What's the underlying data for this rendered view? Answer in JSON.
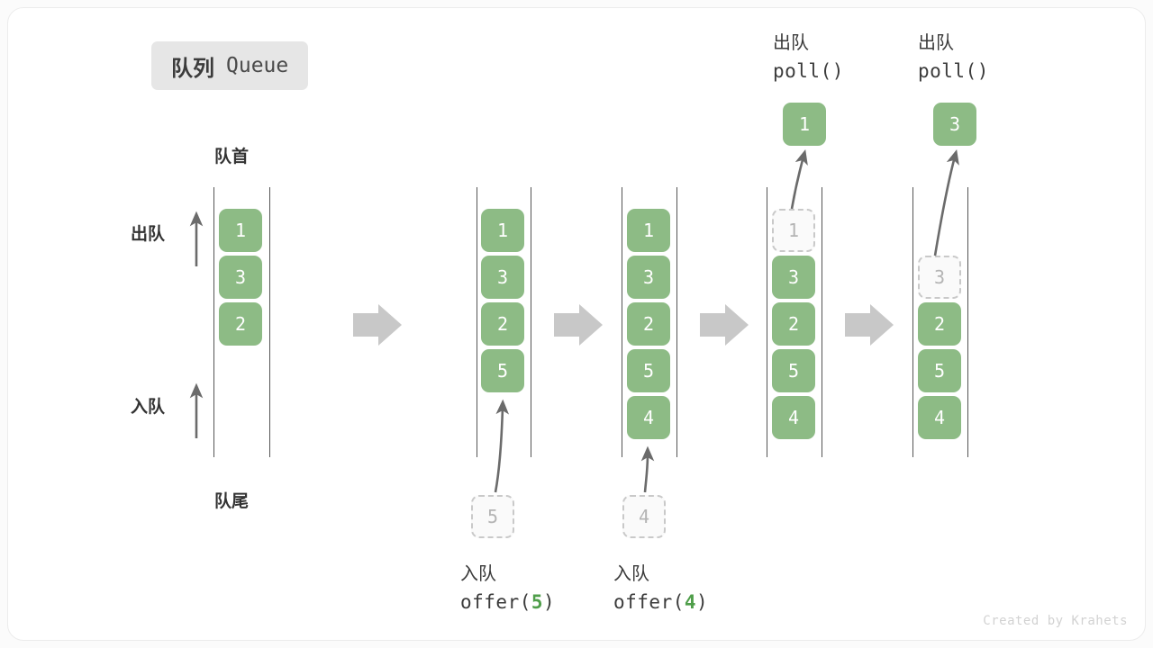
{
  "title": {
    "cn": "队列",
    "en": "Queue"
  },
  "labels": {
    "front": "队首",
    "rear": "队尾",
    "dequeue_side": "出队",
    "enqueue_side": "入队"
  },
  "colors": {
    "cell_fill": "#8dbb85",
    "cell_text": "#ffffff",
    "ghost_border": "#c9c9c9",
    "ghost_text": "#b4b4b4",
    "rail": "#555555",
    "step_arrow": "#c8c8c8",
    "accent_green": "#4f9e4a",
    "chip_bg": "#e6e6e6",
    "card_bg": "#ffffff",
    "page_bg": "#fbfbfb"
  },
  "operations": {
    "offer5": {
      "cn": "入队",
      "code_prefix": "offer(",
      "code_value": "5",
      "code_suffix": ")"
    },
    "offer4": {
      "cn": "入队",
      "code_prefix": "offer(",
      "code_value": "4",
      "code_suffix": ")"
    },
    "poll1": {
      "cn": "出队",
      "code": "poll()"
    },
    "poll2": {
      "cn": "出队",
      "code": "poll()"
    }
  },
  "columns": [
    {
      "name": "state-initial",
      "cells": [
        "1",
        "3",
        "2"
      ],
      "ghost_index": -1
    },
    {
      "name": "state-after-offer-5",
      "cells": [
        "1",
        "3",
        "2",
        "5"
      ],
      "ghost_index": -1
    },
    {
      "name": "state-after-offer-4",
      "cells": [
        "1",
        "3",
        "2",
        "5",
        "4"
      ],
      "ghost_index": -1
    },
    {
      "name": "state-after-poll-1",
      "cells": [
        "1",
        "3",
        "2",
        "5",
        "4"
      ],
      "ghost_index": 0
    },
    {
      "name": "state-after-poll-3",
      "cells": [
        "",
        "3",
        "2",
        "5",
        "4"
      ],
      "ghost_index": 1
    }
  ],
  "incoming": [
    {
      "name": "incoming-5",
      "value": "5"
    },
    {
      "name": "incoming-4",
      "value": "4"
    }
  ],
  "outgoing": [
    {
      "name": "outgoing-1",
      "value": "1"
    },
    {
      "name": "outgoing-3",
      "value": "3"
    }
  ],
  "footer": "Created by Krahets"
}
